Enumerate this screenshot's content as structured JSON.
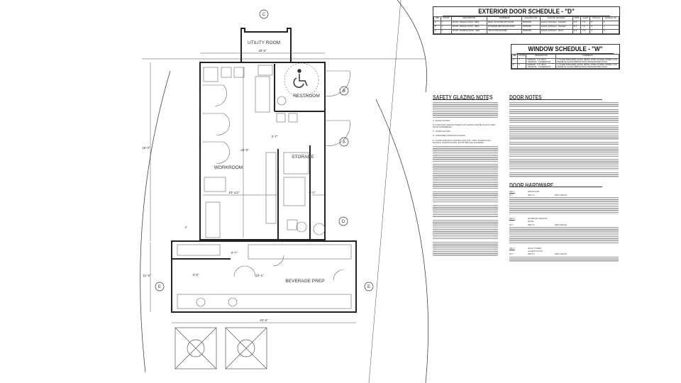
{
  "plan": {
    "rooms": {
      "utility": "UTILITY ROOM",
      "restroom": "RESTROOM",
      "storage": "STORAGE",
      "workroom": "WORKROOM",
      "beverage": "BEVERAGE PREP"
    },
    "dims": {
      "top": "18'-6\"",
      "height_main": "25'-0\"",
      "corridor": "3'-7\"",
      "work_w": "10'-1/2\"",
      "storage_w": "6'-2\"",
      "left_total": "26'-0\"",
      "bev_h": "11'-5\"",
      "bev_mid": "10'-1\"",
      "pass": "9'-7\"",
      "bev_left": "5'-6\"",
      "ext": "4'",
      "bev_w": "20'-6\""
    },
    "tags": {
      "a": "A",
      "b": "B",
      "c": "C",
      "d": "D",
      "e": "E"
    }
  },
  "door_schedule": {
    "title": "EXTERIOR DOOR SCHEDULE - \"D\"",
    "headers": [
      "REF",
      "COUNT",
      "DESCRIPTION",
      "COMMENTS",
      "Assembly Code",
      "Assembly Description",
      "Width",
      "Height",
      "Thickness",
      "Hardware Set"
    ],
    "rows": [
      [
        "A",
        "1",
        "DOOR - SINGLE FLUSH - NEW",
        "BACK OF HOUSE EXIT DOOR",
        "B2030150",
        "Exterior Solid Door - Standard",
        "3'-0\"",
        "7'-0\"",
        "2\"",
        "2"
      ],
      [
        "B",
        "1",
        "DOOR - SINGLE FLUSH - NEW",
        "EXTERIOR RESTROOM DOOR",
        "B2030150",
        "Exterior Solid Door - Standard",
        "3'-0\"",
        "7'-0\"",
        "2\"",
        "1"
      ],
      [
        "C",
        "1",
        "DOOR - DOUBLE FLUSH - NEW",
        "UTILITY ENCLOSURE",
        "B2030150",
        "Exterior Solid Door - Wood",
        "6'-0\"",
        "7'-0\"",
        "2\"",
        "3"
      ]
    ]
  },
  "window_schedule": {
    "title": "WINDOW SCHEDULE - \"W\"",
    "headers": [
      "REF",
      "COUNT",
      "DESCRIPTION",
      "COMMENTS"
    ],
    "rows": [
      [
        "D",
        "1",
        "WINDOW - 3'-0\" WITH TRANSOM - STOREFRONT",
        "1\" CLEAR INSULATED GLASS, WHITE, POINT-ACCESS, MODEL # 101 FRAME W/ GLASS WINDOW WITH TRANSOM AND STOOL"
      ],
      [
        "E",
        "6",
        "WINDOW - 3'-0\" WITH TRANSOM - STOREFRONT",
        "1\" CLEAR INSULATED GLASS, WHITE, POINT-ACCESS, MODEL # 101 FRAME W/ GLASS WINDOW WITH TRANSOM AND STOOL"
      ]
    ]
  },
  "safety_notes": {
    "title": "SAFETY GLAZING NOTES",
    "items": [
      "A. SWING DOORS.",
      "B. FIXED AND SLIDING PANELS OF SLIDING AND BI-FOLD CLOSET DOOR ASSEMBLIES.",
      "C. STORM DOORS.",
      "D. UNFRAMED SWINGING DOORS.",
      "E. DOORS AND ENCLOSURES FOR HOT TUBS, WHIRLPOOLS, SAUNAS, STEAM ROOMS, BATHTUBS AND SHOWERS."
    ]
  },
  "door_notes": {
    "title": "DOOR NOTES"
  },
  "door_hardware": {
    "title": "DOOR HARDWARE",
    "cols": [
      "QTY",
      "PART #",
      "PART DETAIL"
    ],
    "sets": [
      {
        "id": "SET 1",
        "name": "RESTROOM"
      },
      {
        "id": "SET 2",
        "name": "EXTERIOR SERVICE DOOR"
      },
      {
        "id": "SET 3",
        "name": "ROOF TOWER ACCESS DOOR"
      }
    ]
  }
}
